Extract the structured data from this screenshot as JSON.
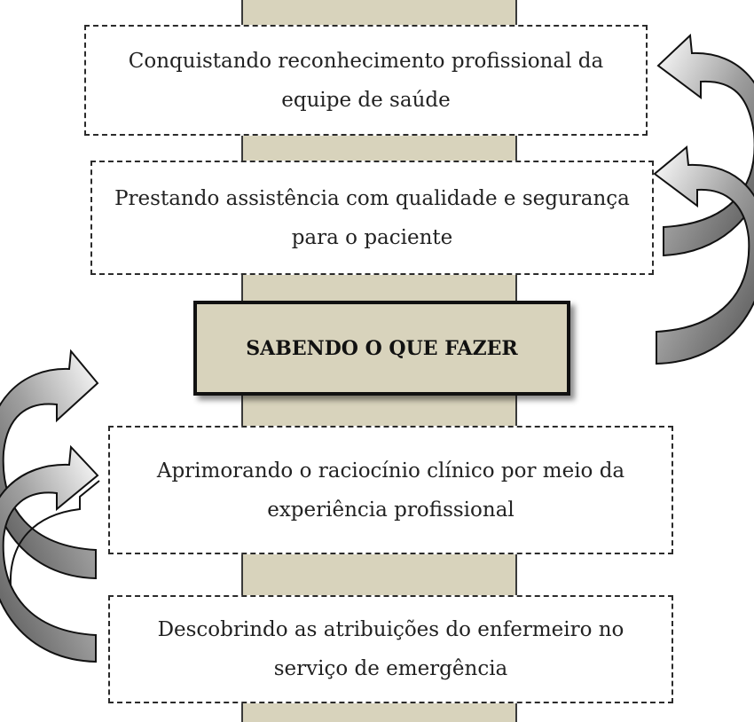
{
  "diagram": {
    "center_label": "SABENDO O QUE FAZER",
    "upper_boxes": [
      "Conquistando reconhecimento profissional da equipe de saúde",
      "Prestando assistência com qualidade e segurança para o paciente"
    ],
    "lower_boxes": [
      "Aprimorando o raciocínio clínico por meio da experiência profissional",
      "Descobrindo as atribuições do enfermeiro no serviço de emergência"
    ]
  },
  "colors": {
    "spine": "#d8d3bc",
    "border": "#2b2b2b",
    "arrow_dark": "#555555",
    "arrow_light": "#bdbdbd"
  }
}
